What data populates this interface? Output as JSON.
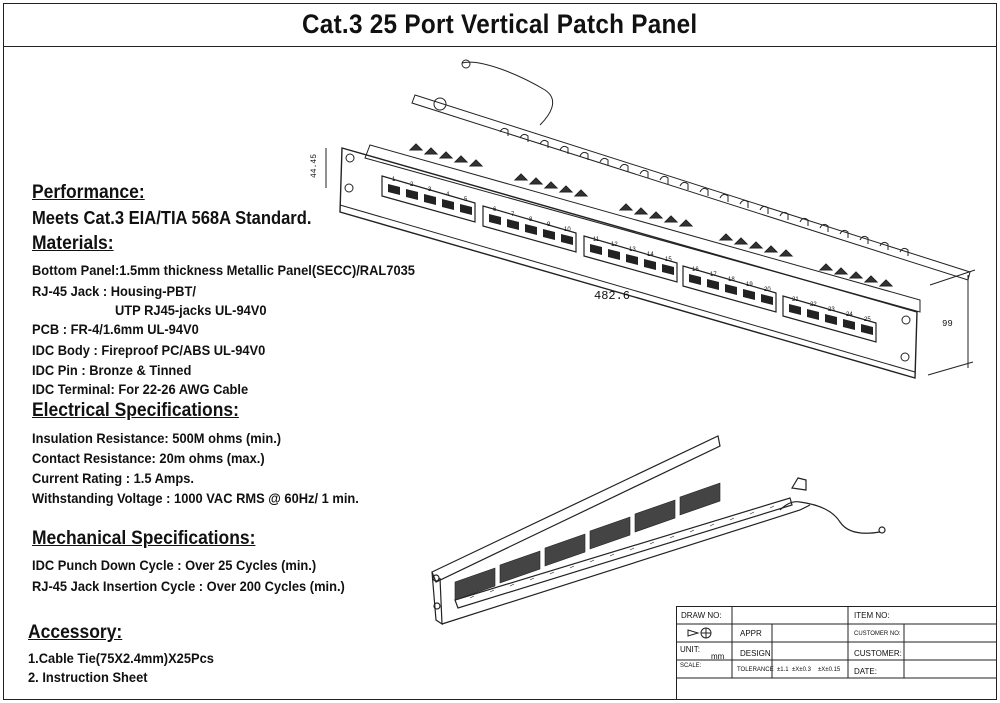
{
  "title": "Cat.3  25  Port  Vertical  Patch  Panel",
  "performance": {
    "heading": "Performance:",
    "standard": "Meets Cat.3 EIA/TIA 568A Standard."
  },
  "materials": {
    "heading": "Materials:",
    "lines": [
      "Bottom Panel:1.5mm thickness Metallic Panel(SECC)/RAL7035",
      "RJ-45 Jack : Housing-PBT/",
      "UTP RJ45-jacks  UL-94V0",
      "PCB        :  FR-4/1.6mm UL-94V0",
      "IDC Body    : Fireproof PC/ABS UL-94V0",
      "IDC Pin      : Bronze & Tinned",
      "IDC Terminal:  For 22-26 AWG Cable"
    ]
  },
  "electrical": {
    "heading": "Electrical Specifications:",
    "lines": [
      "Insulation Resistance: 500M ohms (min.)",
      "Contact Resistance: 20m ohms (max.)",
      "Current Rating : 1.5 Amps.",
      "Withstanding Voltage : 1000 VAC RMS @ 60Hz/ 1 min."
    ]
  },
  "mechanical": {
    "heading": "Mechanical Specifications:",
    "lines": [
      "IDC Punch Down Cycle : Over 25 Cycles (min.)",
      "RJ-45 Jack Insertion Cycle : Over 200 Cycles (min.)"
    ]
  },
  "accessory": {
    "heading": "Accessory:",
    "lines": [
      "1.Cable Tie(75X2.4mm)X25Pcs",
      "2. Instruction Sheet"
    ]
  },
  "dimensions": {
    "width": "482.6",
    "height": "44.45",
    "depth": "99"
  },
  "port_numbers": [
    "1",
    "2",
    "3",
    "4",
    "5",
    "6",
    "7",
    "8",
    "9",
    "10",
    "11",
    "12",
    "13",
    "14",
    "15",
    "16",
    "17",
    "18",
    "19",
    "20",
    "21",
    "22",
    "23",
    "24",
    "25"
  ],
  "title_block": {
    "draw_no": "DRAW NO:",
    "item_no": "ITEM NO:",
    "appr": "APPR",
    "customer_no": "CUSTOMER NO:",
    "unit": "UNIT:",
    "unit_value": "mm",
    "design": "DESIGN",
    "customer": "CUSTOMER:",
    "scale": "SCALE:",
    "tolerance": "TOLERANCE",
    "tol1": "±1.1",
    "tol2": "±X±0.3",
    "tol3": "±X±0.15",
    "date": "DATE:"
  }
}
